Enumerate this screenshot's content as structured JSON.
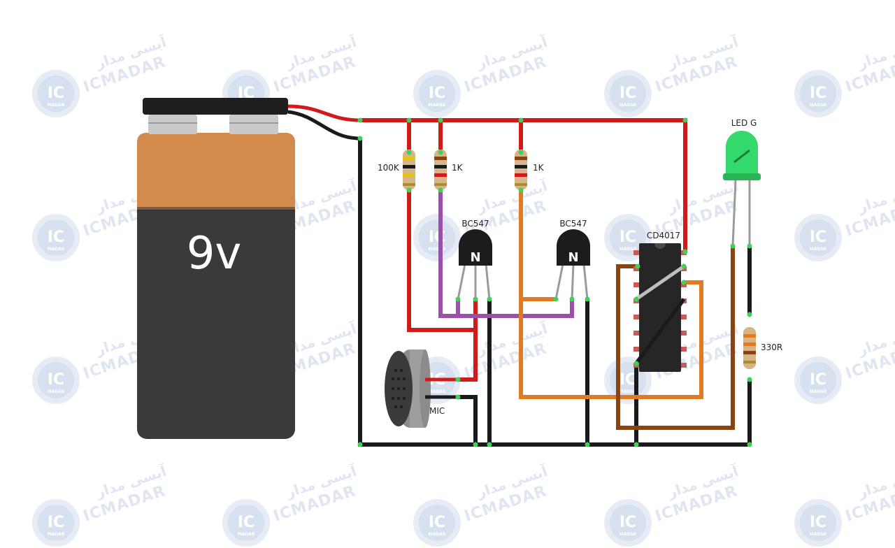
{
  "watermark": {
    "brand_latin": "ICMADAR",
    "brand_persian": "آیسی مدار",
    "logo_text": "IC",
    "logo_subtext": "MADAR"
  },
  "battery": {
    "label": "9v"
  },
  "components": {
    "r1": {
      "value": "100K"
    },
    "r2": {
      "value": "1K"
    },
    "r3": {
      "value": "1K"
    },
    "r4": {
      "value": "330R"
    },
    "q1": {
      "label": "BC547",
      "mark": "N"
    },
    "q2": {
      "label": "BC547",
      "mark": "N"
    },
    "ic": {
      "label": "CD4017"
    },
    "led": {
      "label": "LED G"
    },
    "mic": {
      "label": "MIC"
    }
  },
  "colors": {
    "positive_wire": "#d11b1b",
    "ground_wire": "#1a1a1a",
    "purple_wire": "#9b4fa8",
    "orange_wire": "#e07b24",
    "brown_wire": "#8a4414",
    "led_green": "#34d96b",
    "battery_top": "#d28b4c",
    "battery_body": "#3a3a3a"
  }
}
